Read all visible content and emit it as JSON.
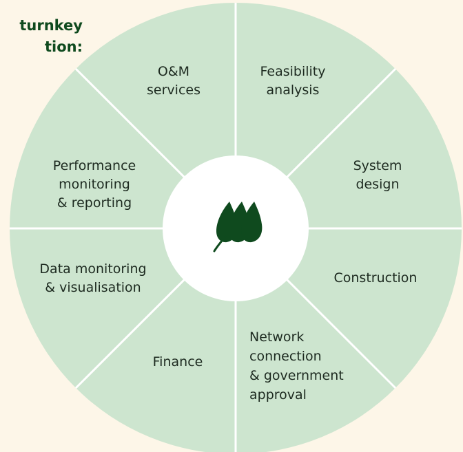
{
  "heading": {
    "line1": "turnkey",
    "line2": "tion:"
  },
  "colors": {
    "background": "#fdf6e8",
    "wheel_fill": "#cde5cf",
    "divider": "#ffffff",
    "hub": "#ffffff",
    "leaf": "#0f4a1e",
    "heading_text": "#0f4a1e",
    "label_text": "#1d2a20"
  },
  "hub": {
    "icon": "leaves-logo-icon"
  },
  "segments": [
    {
      "id": "om",
      "lines": [
        "O&M",
        "services"
      ]
    },
    {
      "id": "feasibility",
      "lines": [
        "Feasibility",
        "analysis"
      ]
    },
    {
      "id": "system-design",
      "lines": [
        "System",
        "design"
      ]
    },
    {
      "id": "construction",
      "lines": [
        "Construction"
      ]
    },
    {
      "id": "network",
      "lines": [
        "Network",
        "connection",
        "& government",
        "approval"
      ]
    },
    {
      "id": "finance",
      "lines": [
        "Finance"
      ]
    },
    {
      "id": "data-monitoring",
      "lines": [
        "Data monitoring",
        "& visualisation"
      ]
    },
    {
      "id": "performance",
      "lines": [
        "Performance",
        "monitoring",
        "& reporting"
      ]
    }
  ]
}
